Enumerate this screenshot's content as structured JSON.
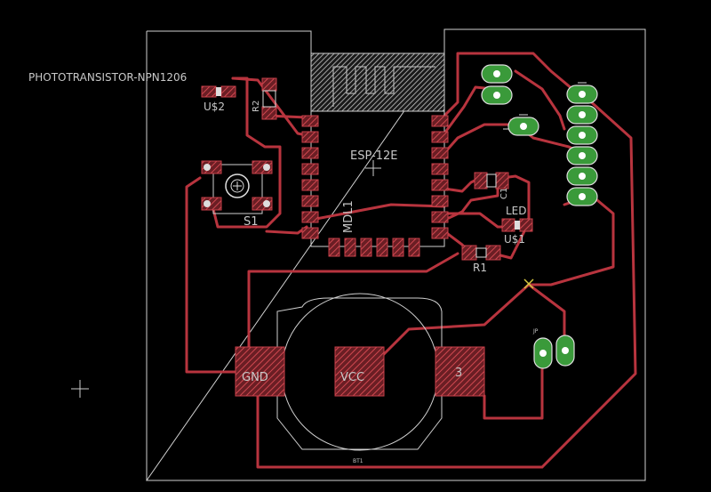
{
  "board": {
    "part_title": "PHOTOTRANSISTOR-NPN1206",
    "module_label": "ESP-12E",
    "module_ref": "MDL1",
    "switch_ref": "S1",
    "u2_ref": "U$2",
    "r2_ref": "R2",
    "c1_ref": "C1",
    "led_value": "LED",
    "u1_ref": "U$1",
    "r1_ref": "R1",
    "bt_ref": "BT1",
    "j_ref": "JP",
    "pad_gnd": "GND",
    "pad_vcc": "VCC",
    "pad_3": "3"
  },
  "colors": {
    "background": "#000000",
    "trace": "#b8343e",
    "pad": "#c8404a",
    "silkscreen": "#c8c8c8",
    "through_hole": "#3a9a3a",
    "outline": "#d0d0d0"
  }
}
